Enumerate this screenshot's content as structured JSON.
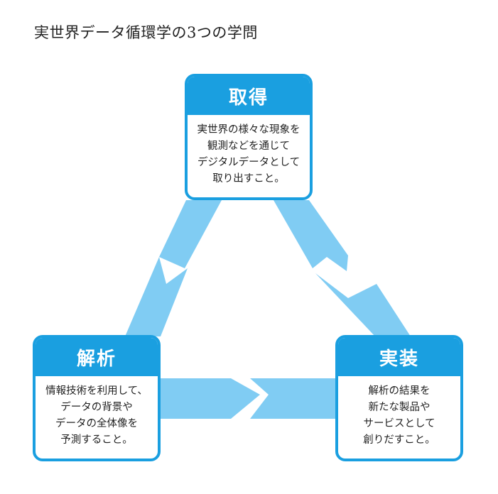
{
  "title": "実世界データ循環学の3つの学問",
  "colors": {
    "accent": "#1a9fe0",
    "arrow": "#80ccf3"
  },
  "boxes": {
    "acquire": {
      "heading": "取得",
      "lines": [
        "実世界の様々な現象を",
        "観測などを通じて",
        "デジタルデータとして",
        "取り出すこと。"
      ]
    },
    "analyze": {
      "heading": "解析",
      "lines": [
        "情報技術を利用して、",
        "データの背景や",
        "データの全体像を",
        "予測すること。"
      ]
    },
    "implement": {
      "heading": "実装",
      "lines": [
        "解析の結果を",
        "新たな製品や",
        "サービスとして",
        "創りだすこと。"
      ]
    }
  }
}
